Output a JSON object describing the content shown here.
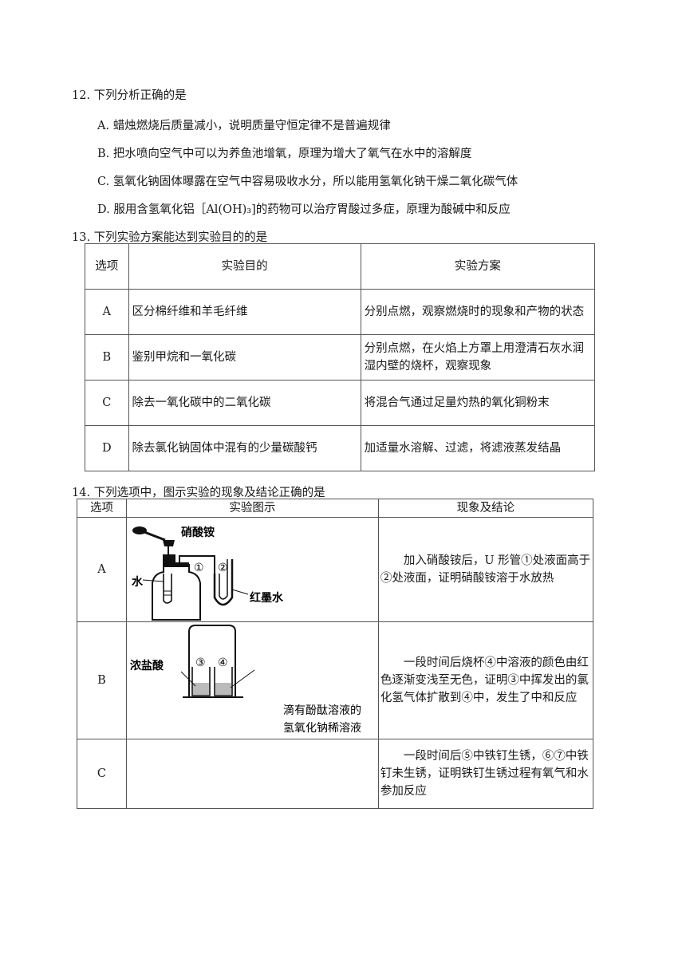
{
  "q12": {
    "title": "12. 下列分析正确的是",
    "options": [
      "A. 蜡烛燃烧后质量减小，说明质量守恒定律不是普遍规律",
      "B. 把水喷向空气中可以为养鱼池增氧，原理为增大了氧气在水中的溶解度",
      "C. 氢氧化钠固体曝露在空气中容易吸收水分，所以能用氢氧化钠干燥二氧化碳气体",
      "D. 服用含氢氧化铝［Al(OH)₃]的药物可以治疗胃酸过多症，原理为酸碱中和反应"
    ]
  },
  "q13": {
    "title": "13. 下列实验方案能达到实验目的的是",
    "headers": [
      "选项",
      "实验目的",
      "实验方案"
    ],
    "rows": [
      [
        "A",
        "区分棉纤维和羊毛纤维",
        "分别点燃，观察燃烧时的现象和产物的状态"
      ],
      [
        "B",
        "鉴别甲烷和一氧化碳",
        "分别点燃，在火焰上方罩上用澄清石灰水润湿内壁的烧杯，观察现象"
      ],
      [
        "C",
        "除去一氧化碳中的二氧化碳",
        "将混合气通过足量灼热的氧化铜粉末"
      ],
      [
        "D",
        "除去氯化钠固体中混有的少量碳酸钙",
        "加适量水溶解、过滤，将滤液蒸发结晶"
      ]
    ]
  },
  "q14": {
    "title": "14. 下列选项中，图示实验的现象及结论正确的是",
    "headers": [
      "选项",
      "实验图示",
      "现象及结论"
    ],
    "rows": [
      {
        "option": "A",
        "conclusion": "加入硝酸铵后，U 形管①处液面高于②处液面，证明硝酸铵溶于水放热",
        "labels": {
          "reagent": "硝酸铵",
          "water": "水",
          "ink": "红墨水",
          "m1": "①",
          "m2": "②"
        }
      },
      {
        "option": "B",
        "conclusion": "一段时间后烧杯④中溶液的颜色由红色逐渐变浅至无色，证明③中挥发出的氯化氢气体扩散到④中，发生了中和反应",
        "labels": {
          "acid": "浓盐酸",
          "m3": "③",
          "m4": "④",
          "caption1": "滴有酚酞溶液的",
          "caption2": "氢氧化钠稀溶液"
        }
      },
      {
        "option": "C",
        "conclusion": "一段时间后⑤中铁钉生锈，⑥⑦中铁钉未生锈，证明铁钉生锈过程有氧气和水参加反应"
      }
    ]
  }
}
